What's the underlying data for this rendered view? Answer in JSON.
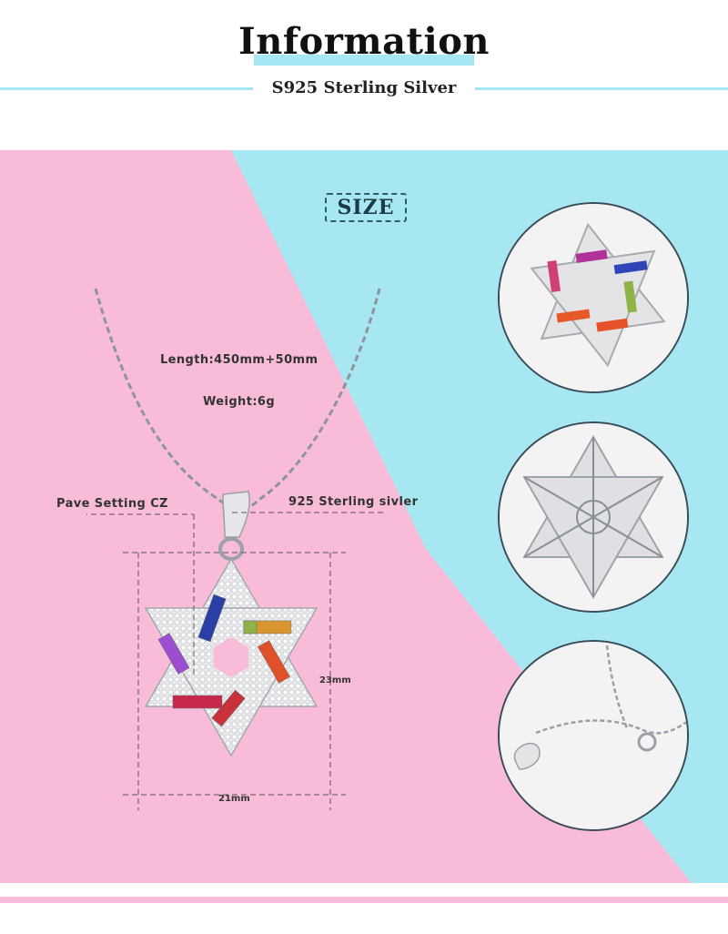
{
  "header": {
    "title": "Information",
    "subtitle": "S925 Sterling Silver"
  },
  "size_section": {
    "badge": "SIZE",
    "length": "Length:450mm+50mm",
    "weight": "Weight:6g",
    "pave_label": "Pave Setting CZ",
    "material_label": "925 Sterling sivler",
    "height_dimension": "23mm",
    "width_dimension": "21mm"
  },
  "colors": {
    "pink": "#f9bcd8",
    "cyan": "#a5e8f3",
    "silver": "#dcdcdc",
    "circle_border": "#3a4c58"
  },
  "images": {
    "pendant": "star-of-david-pendant-icon",
    "detail_front": "pendant-front-closeup",
    "detail_back": "pendant-back-closeup",
    "detail_clasp": "chain-clasp-closeup"
  }
}
